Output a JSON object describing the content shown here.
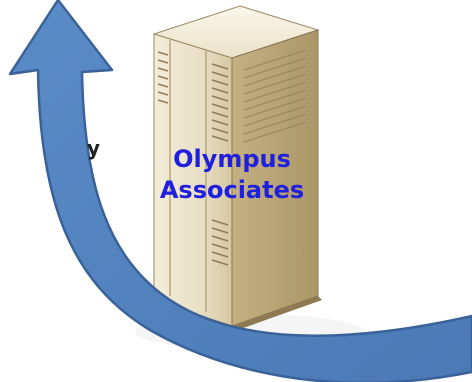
{
  "diagram": {
    "partial_text": "y",
    "server_label_line1": "Olympus",
    "server_label_line2": "Associates"
  },
  "colors": {
    "arrow_fill": "#4f80bd",
    "arrow_stroke": "#385d8a",
    "server_body": "#e6dcc0",
    "server_shadow": "#c9b68e",
    "label_text": "#1f1fe0"
  }
}
